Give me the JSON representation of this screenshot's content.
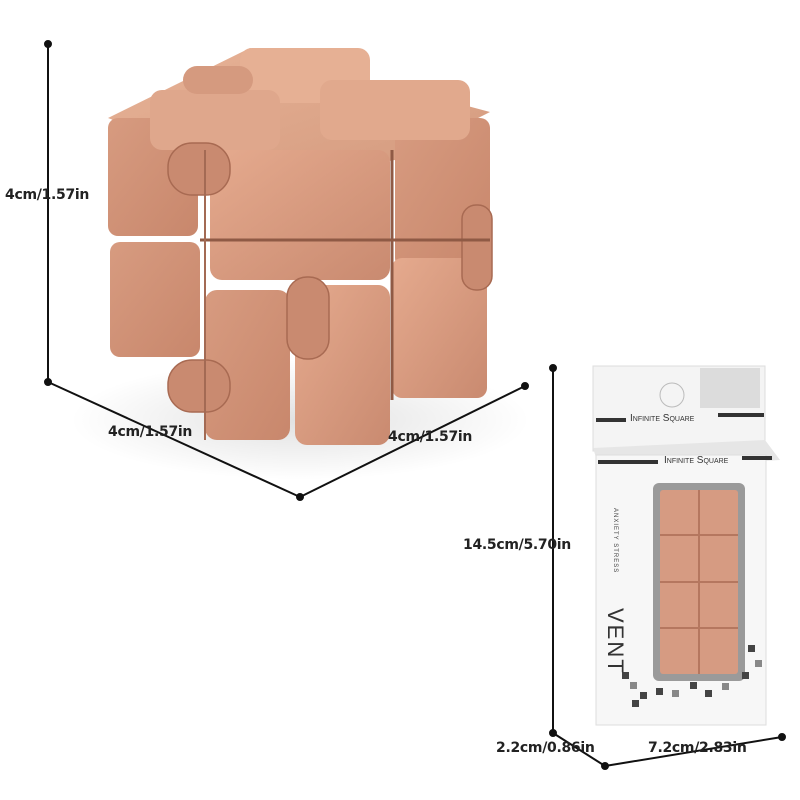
{
  "product": {
    "colors": {
      "rose_gold": "#d99c80",
      "rose_gold_dark": "#b57660",
      "rose_gold_light": "#eab59a",
      "line": "#111111"
    }
  },
  "cube_dimensions": {
    "height": "4cm/1.57in",
    "width_left": "4cm/1.57in",
    "width_right": "4cm/1.57in"
  },
  "package": {
    "brand_top": "Infinite Square",
    "brand_front": "Infinite Square",
    "side_text": "Anxiety Stress",
    "side_big": "VENT",
    "height": "14.5cm/5.70in",
    "depth": "2.2cm/0.86in",
    "width": "7.2cm/2.83in"
  }
}
